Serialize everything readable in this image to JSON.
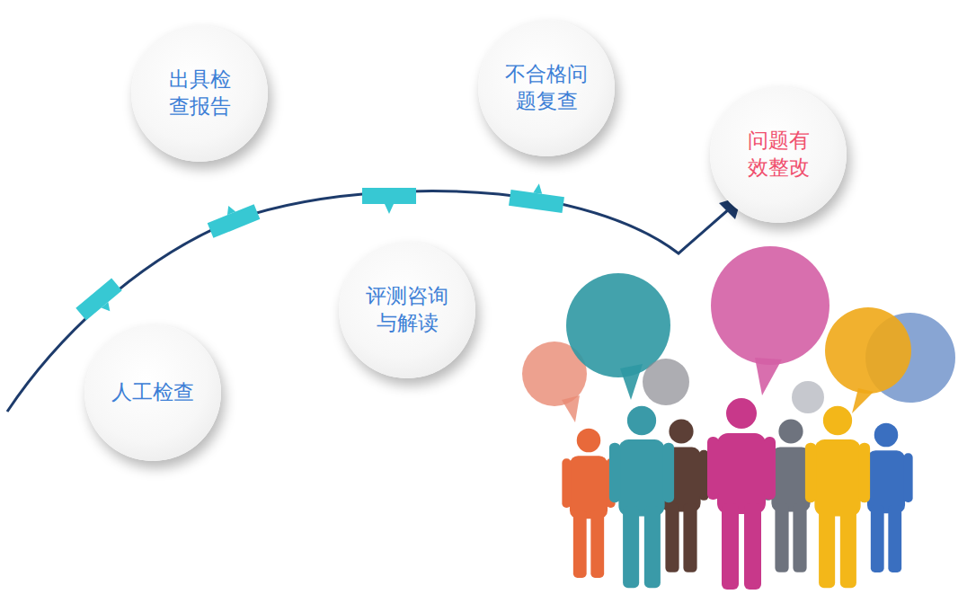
{
  "diagram": {
    "nodes": [
      {
        "text": [
          "人工检查"
        ]
      },
      {
        "text": [
          "出具检 查报告"
        ]
      },
      {
        "text": [
          "评测咨询 与解读"
        ]
      },
      {
        "text": [
          "不合格问 题复查"
        ]
      },
      {
        "text": [
          "问题有 效整改"
        ]
      }
    ]
  }
}
